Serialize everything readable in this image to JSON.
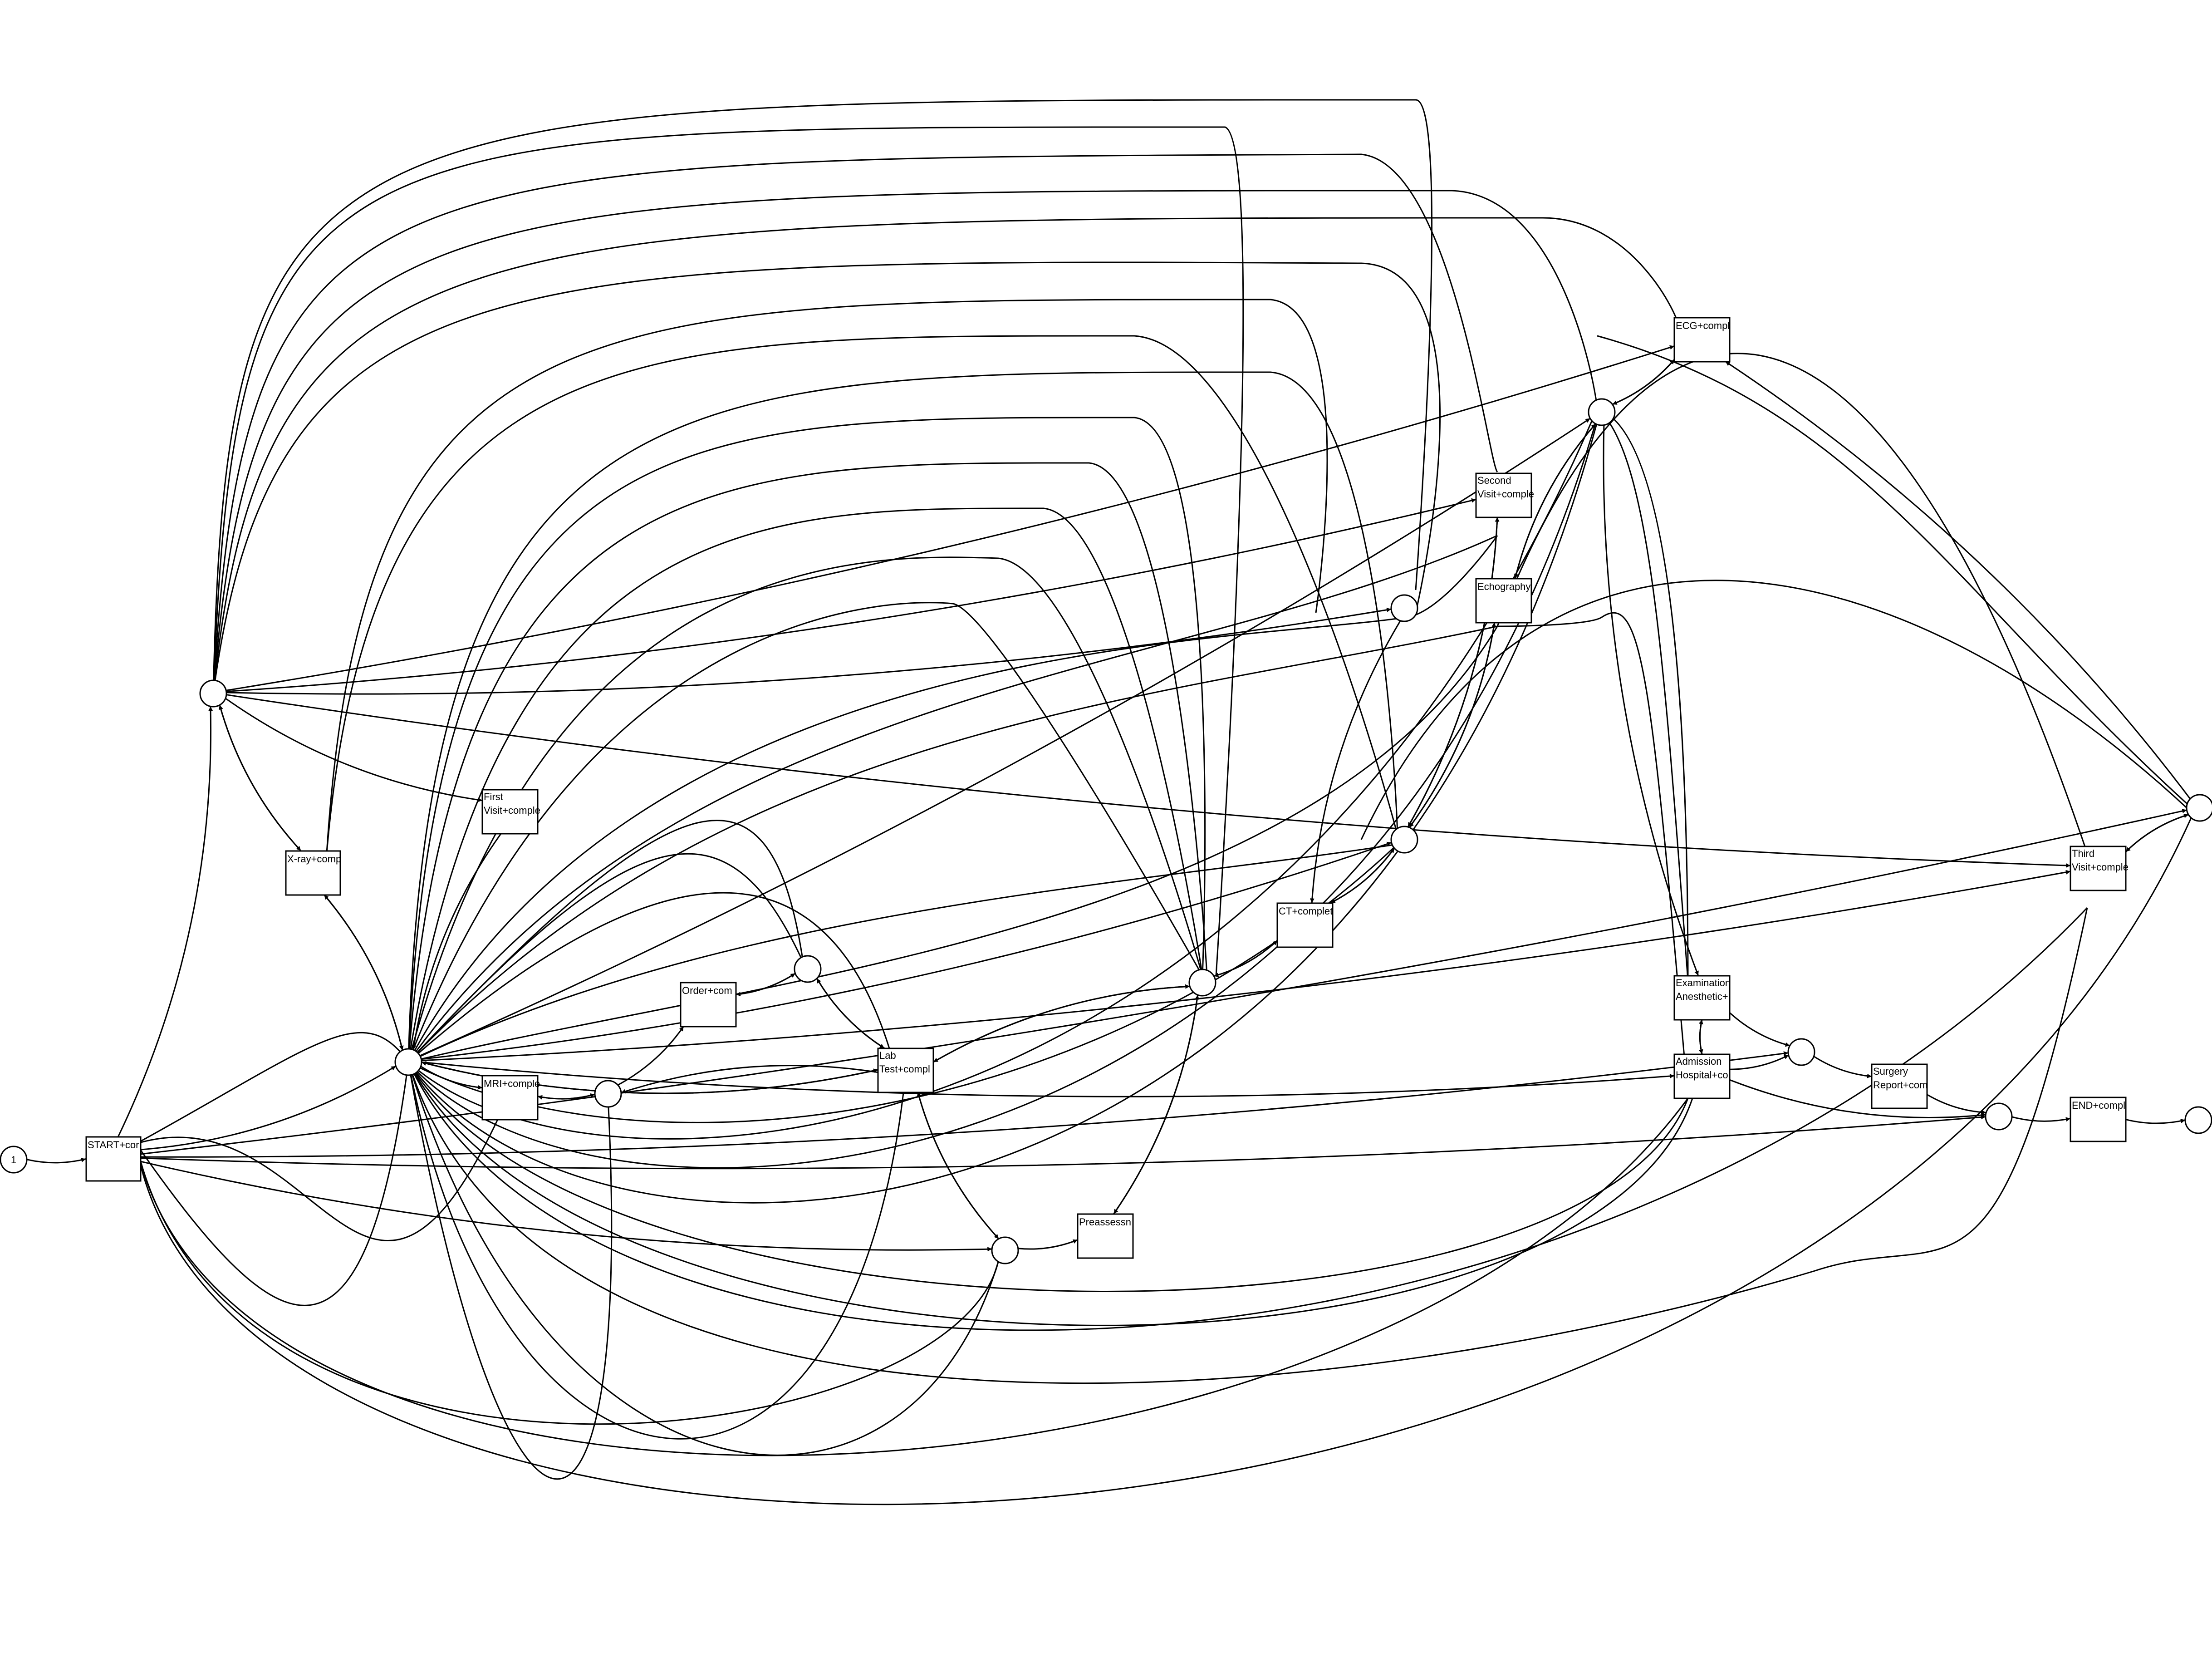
{
  "diagram": {
    "type": "petri-net",
    "transitions": [
      {
        "id": "start",
        "lines": [
          "START+cor"
        ]
      },
      {
        "id": "xray",
        "lines": [
          "X-ray+comp"
        ]
      },
      {
        "id": "firstvisit",
        "lines": [
          "First",
          "Visit+comple"
        ]
      },
      {
        "id": "mri",
        "lines": [
          "MRI+comple"
        ]
      },
      {
        "id": "order",
        "lines": [
          "Order+com"
        ]
      },
      {
        "id": "lab",
        "lines": [
          "Lab",
          "Test+compl"
        ]
      },
      {
        "id": "preassess",
        "lines": [
          "Preassessn"
        ]
      },
      {
        "id": "ct",
        "lines": [
          "CT+complet"
        ]
      },
      {
        "id": "secondvisit",
        "lines": [
          "Second",
          "Visit+comple"
        ]
      },
      {
        "id": "echo",
        "lines": [
          "Echography"
        ]
      },
      {
        "id": "ecg",
        "lines": [
          "ECG+compl"
        ]
      },
      {
        "id": "exam",
        "lines": [
          "Examination",
          "Anesthetic+"
        ]
      },
      {
        "id": "admission",
        "lines": [
          "Admission",
          "Hospital+co"
        ]
      },
      {
        "id": "surgery",
        "lines": [
          "Surgery",
          "Report+com"
        ]
      },
      {
        "id": "thirdvisit",
        "lines": [
          "Third",
          "Visit+comple"
        ]
      },
      {
        "id": "end",
        "lines": [
          "END+compl"
        ]
      }
    ],
    "places": [
      {
        "id": "p_start",
        "token": "1"
      },
      {
        "id": "p_a",
        "token": ""
      },
      {
        "id": "p_b",
        "token": ""
      },
      {
        "id": "p_mri",
        "token": ""
      },
      {
        "id": "p_order",
        "token": ""
      },
      {
        "id": "p_pre",
        "token": ""
      },
      {
        "id": "p_ct",
        "token": ""
      },
      {
        "id": "p_echo",
        "token": ""
      },
      {
        "id": "p_e2",
        "token": ""
      },
      {
        "id": "p_ecg",
        "token": ""
      },
      {
        "id": "p_third",
        "token": ""
      },
      {
        "id": "p_adm",
        "token": ""
      },
      {
        "id": "p_surg",
        "token": ""
      },
      {
        "id": "p_end",
        "token": ""
      }
    ],
    "arcs": [
      [
        "p_start",
        "start"
      ],
      [
        "start",
        "p_a"
      ],
      [
        "start",
        "p_b"
      ],
      [
        "start",
        "p_adm"
      ],
      [
        "start",
        "p_third"
      ],
      [
        "start",
        "p_surg"
      ],
      [
        "start",
        "p_pre"
      ],
      [
        "p_a",
        "xray"
      ],
      [
        "xray",
        "p_a"
      ],
      [
        "p_a",
        "firstvisit"
      ],
      [
        "firstvisit",
        "p_b"
      ],
      [
        "p_b",
        "xray"
      ],
      [
        "xray",
        "p_b"
      ],
      [
        "p_b",
        "mri"
      ],
      [
        "mri",
        "p_mri"
      ],
      [
        "p_mri",
        "mri"
      ],
      [
        "p_mri",
        "order"
      ],
      [
        "order",
        "p_order"
      ],
      [
        "p_order",
        "order"
      ],
      [
        "p_order",
        "lab"
      ],
      [
        "lab",
        "p_order"
      ],
      [
        "lab",
        "p_mri"
      ],
      [
        "p_b",
        "lab"
      ],
      [
        "lab",
        "p_b"
      ],
      [
        "lab",
        "p_pre"
      ],
      [
        "p_pre",
        "lab"
      ],
      [
        "p_pre",
        "preassess"
      ],
      [
        "preassess",
        "p_ct"
      ],
      [
        "p_ct",
        "preassess"
      ],
      [
        "p_ct",
        "ct"
      ],
      [
        "ct",
        "p_ct"
      ],
      [
        "p_ct",
        "lab"
      ],
      [
        "lab",
        "p_ct"
      ],
      [
        "ct",
        "p_e2"
      ],
      [
        "p_e2",
        "ct"
      ],
      [
        "p_echo",
        "ct"
      ],
      [
        "p_e2",
        "echo"
      ],
      [
        "echo",
        "p_e2"
      ],
      [
        "p_e2",
        "secondvisit"
      ],
      [
        "secondvisit",
        "p_e2"
      ],
      [
        "p_a",
        "secondvisit"
      ],
      [
        "p_a",
        "p_echo"
      ],
      [
        "p_ecg",
        "ecg"
      ],
      [
        "ecg",
        "p_ecg"
      ],
      [
        "p_ecg",
        "echo"
      ],
      [
        "echo",
        "p_ecg"
      ],
      [
        "p_a",
        "ecg"
      ],
      [
        "p_ecg",
        "exam"
      ],
      [
        "exam",
        "admission"
      ],
      [
        "admission",
        "exam"
      ],
      [
        "exam",
        "p_adm"
      ],
      [
        "admission",
        "p_adm"
      ],
      [
        "p_adm",
        "surgery"
      ],
      [
        "surgery",
        "p_surg"
      ],
      [
        "admission",
        "p_surg"
      ],
      [
        "p_surg",
        "end"
      ],
      [
        "end",
        "p_end"
      ],
      [
        "p_third",
        "thirdvisit"
      ],
      [
        "thirdvisit",
        "p_third"
      ],
      [
        "p_third",
        "ecg"
      ],
      [
        "p_a",
        "thirdvisit"
      ],
      [
        "p_b",
        "thirdvisit"
      ],
      [
        "p_b",
        "admission"
      ],
      [
        "p_b",
        "p_ecg"
      ],
      [
        "p_b",
        "p_e2"
      ]
    ]
  }
}
